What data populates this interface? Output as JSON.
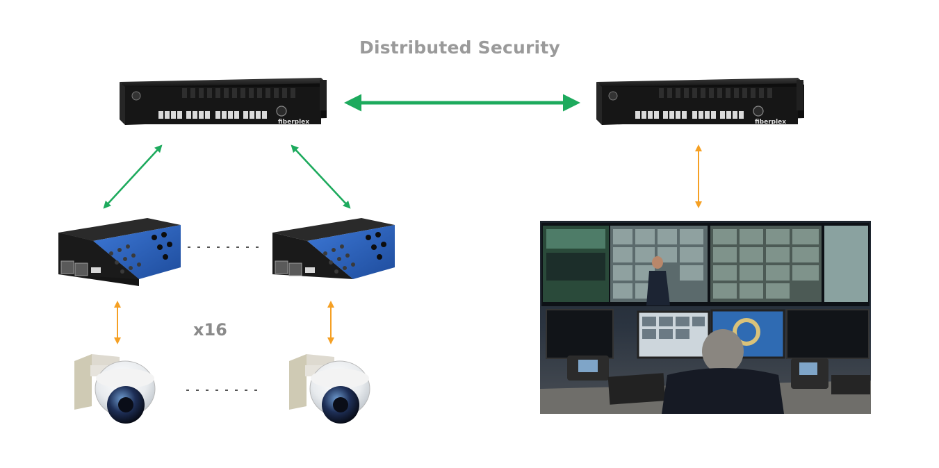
{
  "title": "Distributed Security",
  "multiplier": "x16",
  "devices": {
    "rack_brand": "fiberplex"
  },
  "colors": {
    "link_green": "#1daa5d",
    "link_orange": "#f5a024",
    "chassis": "#1b1b1b",
    "accent_blue": "#2e62b8"
  },
  "icons": [
    "rack-switch",
    "media-converter",
    "dome-camera",
    "control-room-photo"
  ]
}
